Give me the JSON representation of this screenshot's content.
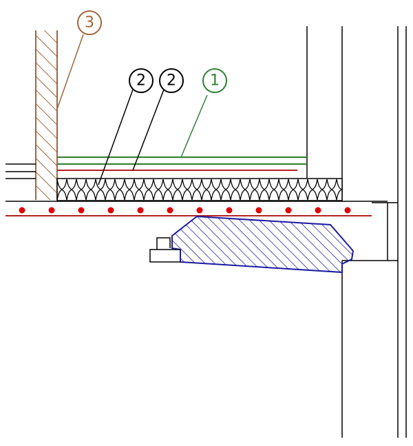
{
  "callouts": {
    "c3": {
      "label": "3",
      "color": "#a0643c"
    },
    "c2a": {
      "label": "2",
      "color": "#000000"
    },
    "c2b": {
      "label": "2",
      "color": "#000000"
    },
    "c1": {
      "label": "1",
      "color": "#2e7d32"
    }
  },
  "colors": {
    "wall_hatch": "#a0643c",
    "membrane_green": "#2e7d32",
    "membrane_red": "#b22222",
    "rebar": "#e00000",
    "sill_blue": "#1a1aa0",
    "line": "#000000"
  }
}
